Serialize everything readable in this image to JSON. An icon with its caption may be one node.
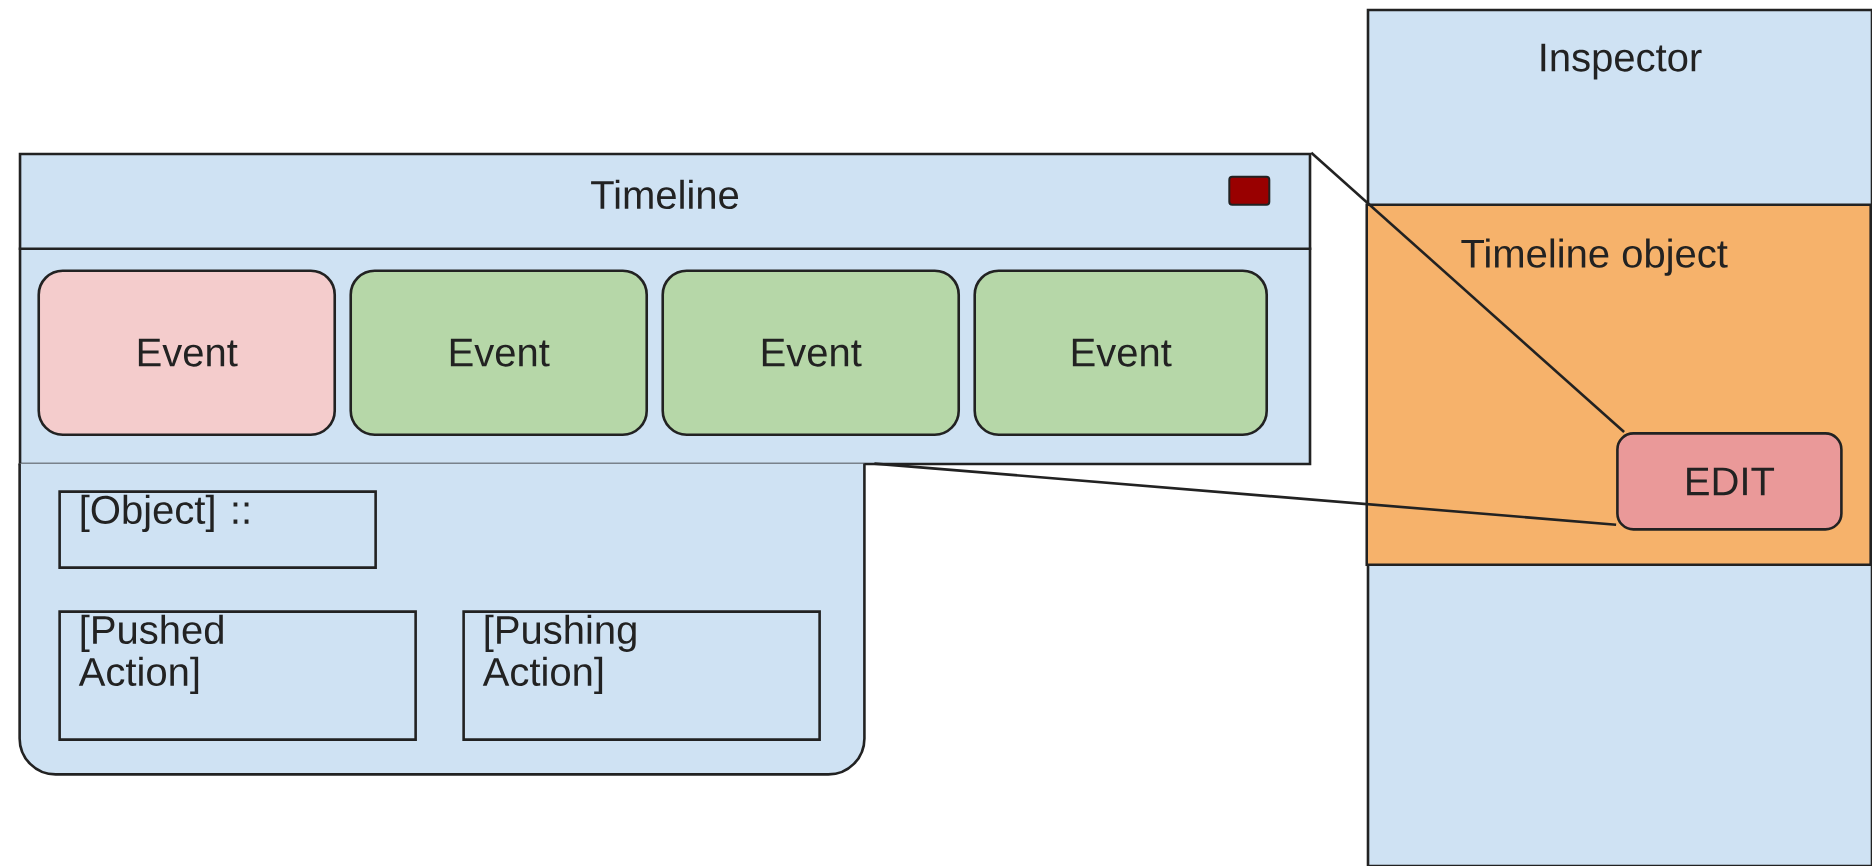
{
  "diagram": {
    "nodes": [
      {
        "text": [
          "Inspector"
        ]
      },
      {
        "text": [
          "Timeline object"
        ],
        "in": 0
      },
      {
        "text": [
          "EDIT"
        ],
        "in": 1
      },
      {
        "text": [
          "Timeline"
        ]
      },
      {
        "text": [
          "Event"
        ],
        "in": 3
      },
      {
        "text": [
          "Event"
        ],
        "in": 3
      },
      {
        "text": [
          "Event"
        ],
        "in": 3
      },
      {
        "text": [
          "Event"
        ],
        "in": 3
      },
      {
        "text": [],
        "shape": "box"
      },
      {
        "text": [
          "[Object] ::"
        ],
        "in": 8
      },
      {
        "text": [
          "[Pushed Action]"
        ],
        "in": 8
      },
      {
        "text": [
          "[Pushing Action]"
        ],
        "in": 8
      }
    ],
    "edges": [
      {
        "from": 3,
        "to": 2,
        "arrow": "none"
      },
      {
        "from": 8,
        "to": 2,
        "arrow": "none"
      }
    ]
  }
}
